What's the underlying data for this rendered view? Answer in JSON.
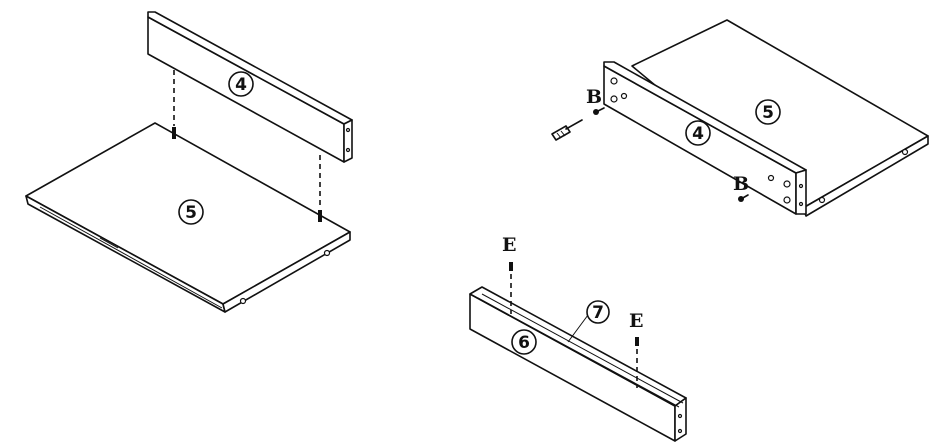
{
  "labels": {
    "part4_left": "4",
    "part5_left": "5",
    "part4_right": "4",
    "part5_right": "5",
    "part6": "6",
    "part7": "7",
    "screw_b_top": "B",
    "screw_b_bottom": "B",
    "screw_e_left": "E",
    "screw_e_right": "E"
  }
}
